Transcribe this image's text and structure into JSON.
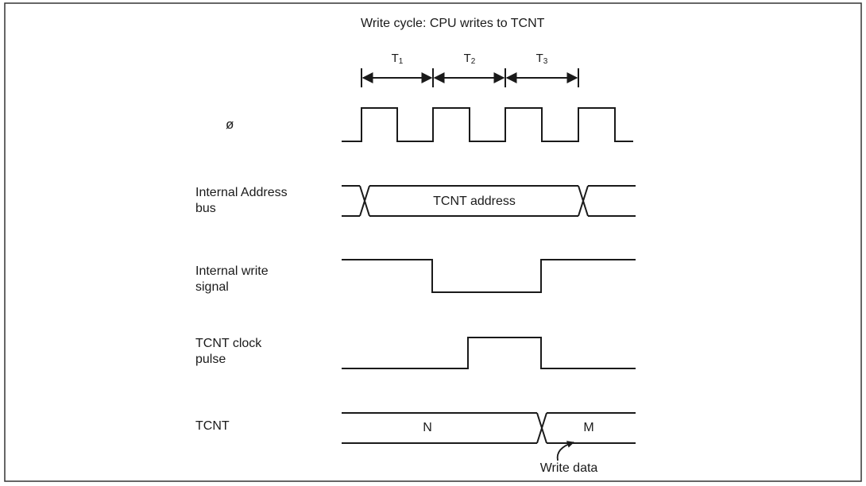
{
  "title": "Write cycle: CPU writes to TCNT",
  "phases": [
    {
      "label": "T",
      "sub": "1"
    },
    {
      "label": "T",
      "sub": "2"
    },
    {
      "label": "T",
      "sub": "3"
    }
  ],
  "signals": {
    "phi": {
      "line1": "ø",
      "line2": ""
    },
    "address_bus": {
      "line1": "Internal Address",
      "line2": "bus",
      "value": "TCNT address"
    },
    "write_signal": {
      "line1": "Internal write",
      "line2": "signal"
    },
    "clock_pulse": {
      "line1": "TCNT clock",
      "line2": "pulse"
    },
    "tcnt": {
      "line1": "TCNT",
      "line2": "",
      "old_value": "N",
      "new_value": "M"
    }
  },
  "annotation": "Write data",
  "colors": {
    "ink": "#1a1a1a",
    "frame": "#333333"
  }
}
